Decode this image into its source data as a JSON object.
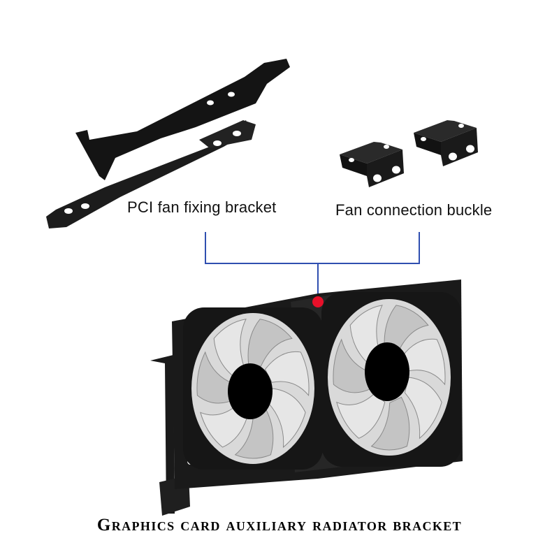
{
  "labels": {
    "pci_bracket": "PCI fan fixing bracket",
    "connection_buckle": "Fan connection buckle"
  },
  "caption": "Graphics card auxiliary radiator bracket",
  "colors": {
    "connector_line": "#2f4fb0",
    "marker_dot": "#e8102a",
    "metal": "#141414",
    "fan_blade": "#dcdcdc",
    "background": "#ffffff"
  },
  "fans": {
    "count": 2,
    "blades_per_fan": 7
  },
  "icons": [
    "pci-bracket-icon",
    "connection-buckle-icon",
    "fan-assembly-icon"
  ]
}
